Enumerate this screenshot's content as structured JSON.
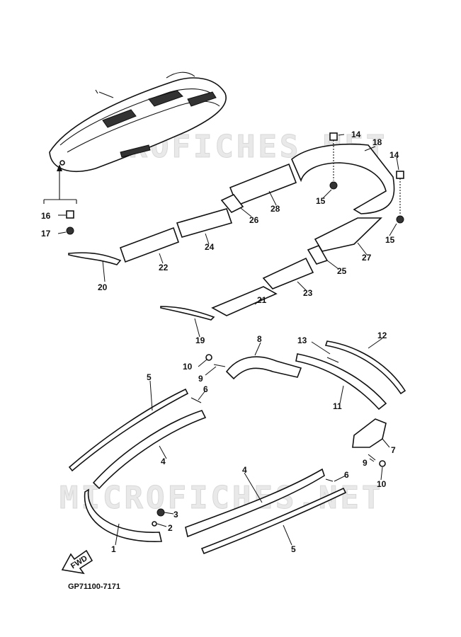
{
  "watermark": "MICROFICHES.NET",
  "diagram_code": "GP71100-7171",
  "fwd_label": "FWD",
  "callouts": [
    "1",
    "2",
    "3",
    "4",
    "4",
    "5",
    "5",
    "6",
    "6",
    "7",
    "8",
    "9",
    "9",
    "10",
    "10",
    "11",
    "12",
    "13",
    "14",
    "14",
    "15",
    "15",
    "16",
    "17",
    "18",
    "19",
    "20",
    "21",
    "22",
    "23",
    "24",
    "25",
    "26",
    "27",
    "28"
  ]
}
